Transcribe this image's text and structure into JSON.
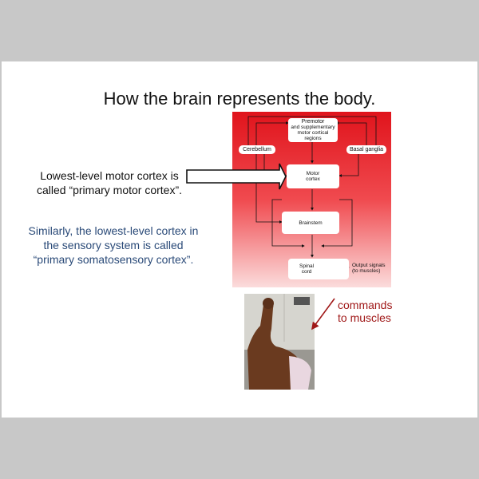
{
  "slide": {
    "title": "How the brain represents the body.",
    "motor_text_line1": "Lowest-level motor cortex is",
    "motor_text_line2": "called “primary motor cortex”.",
    "sensory_text_line1": "Similarly, the lowest-level cortex in",
    "sensory_text_line2": "the sensory system is called",
    "sensory_text_line3": "“primary somatosensory cortex”.",
    "commands_line1": "commands",
    "commands_line2": "to muscles"
  },
  "diagram": {
    "premotor_line1": "Premotor",
    "premotor_line2": "and supplementary",
    "premotor_line3": "motor cortical regions",
    "cerebellum": "Cerebellum",
    "basal_ganglia": "Basal ganglia",
    "motor_cortex_line1": "Motor",
    "motor_cortex_line2": "cortex",
    "brainstem": "Brainstem",
    "spinal_line1": "Spinal",
    "spinal_line2": "cord",
    "output_line1": "Output signals",
    "output_line2": "(to muscles)"
  },
  "colors": {
    "diagram_top": "#e0141c",
    "command_text": "#a01818",
    "sensory_text": "#2a4a78"
  }
}
